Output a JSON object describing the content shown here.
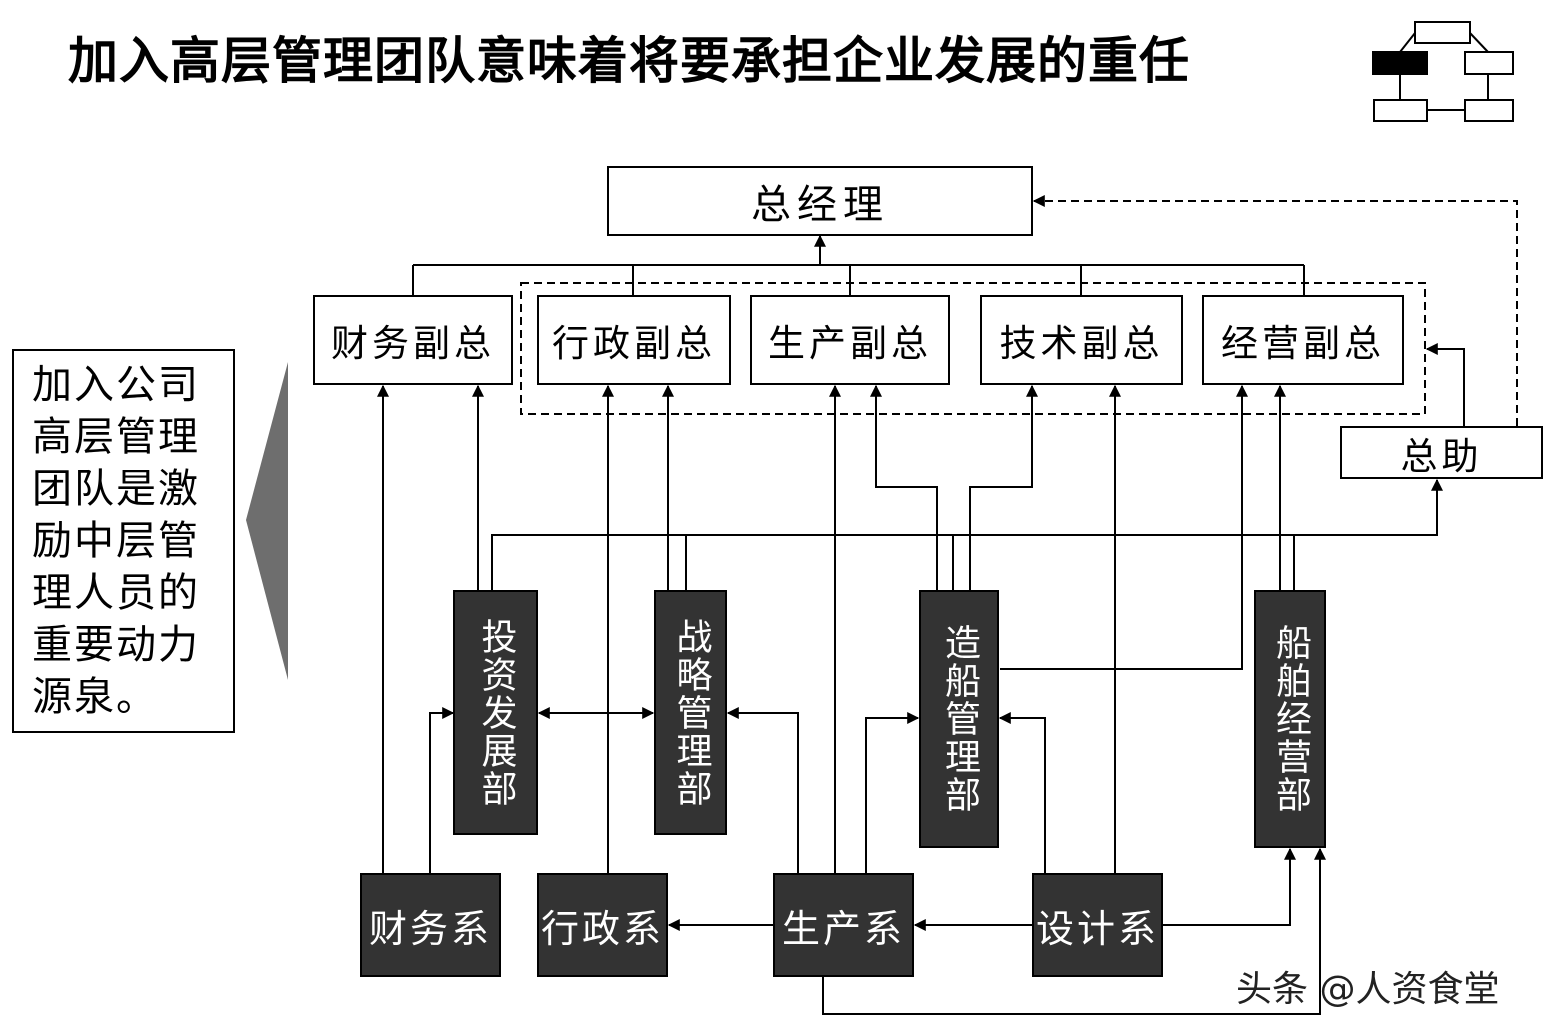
{
  "title": "加入高层管理团队意味着将要承担企业发展的重任",
  "note": "加入公司高层管理团队是激励中层管理人员的重要动力源泉。",
  "nodes": {
    "general_manager": "总经理",
    "vp_finance": "财务副总",
    "vp_admin": "行政副总",
    "vp_production": "生产副总",
    "vp_tech": "技术副总",
    "vp_business": "经营副总",
    "assistant_gm": "总助",
    "dept_investment": "投资发展部",
    "dept_strategy": "战略管理部",
    "dept_shipbuilding": "造船管理部",
    "dept_ship_business": "船舶经营部",
    "sys_finance": "财务系",
    "sys_admin": "行政系",
    "sys_production": "生产系",
    "sys_design": "设计系"
  },
  "watermark": "头条 @人资食堂"
}
